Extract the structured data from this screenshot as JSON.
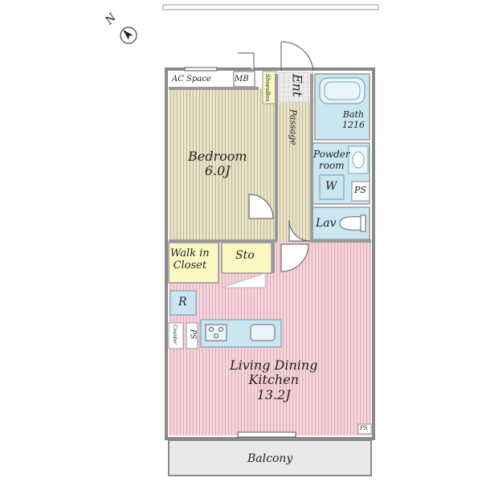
{
  "compass": {
    "north_label": "N"
  },
  "rooms": {
    "ac_space": "AC Space",
    "mb": "MB",
    "shoes_box": "ShoesBox",
    "entrance": "Ent",
    "passage": "Passage",
    "bath_name": "Bath",
    "bath_size": "1216",
    "bedroom_name": "Bedroom",
    "bedroom_size": "6.0J",
    "powder_line1": "Powder",
    "powder_line2": "room",
    "washer": "W",
    "ps_upper": "PS",
    "lav": "Lav",
    "wic_line1": "Walk in",
    "wic_line2": "Closet",
    "storage": "Sto",
    "refrigerator": "R",
    "counter": "Counter",
    "ps_kitchen": "PS",
    "ldk_line1": "Living Dining",
    "ldk_line2": "Kitchen",
    "ldk_size": "13.2J",
    "ps_corner": "PS",
    "balcony": "Balcony"
  },
  "colors": {
    "wall": "#9a9a9a",
    "bedroom_floor": "#e6e2c8",
    "passage_floor": "#e6e2c8",
    "ldk_floor": "#f3cfd6",
    "wet_area": "#c9e6f1",
    "closet": "#fbf8c4",
    "balcony": "#e9e9e9"
  }
}
